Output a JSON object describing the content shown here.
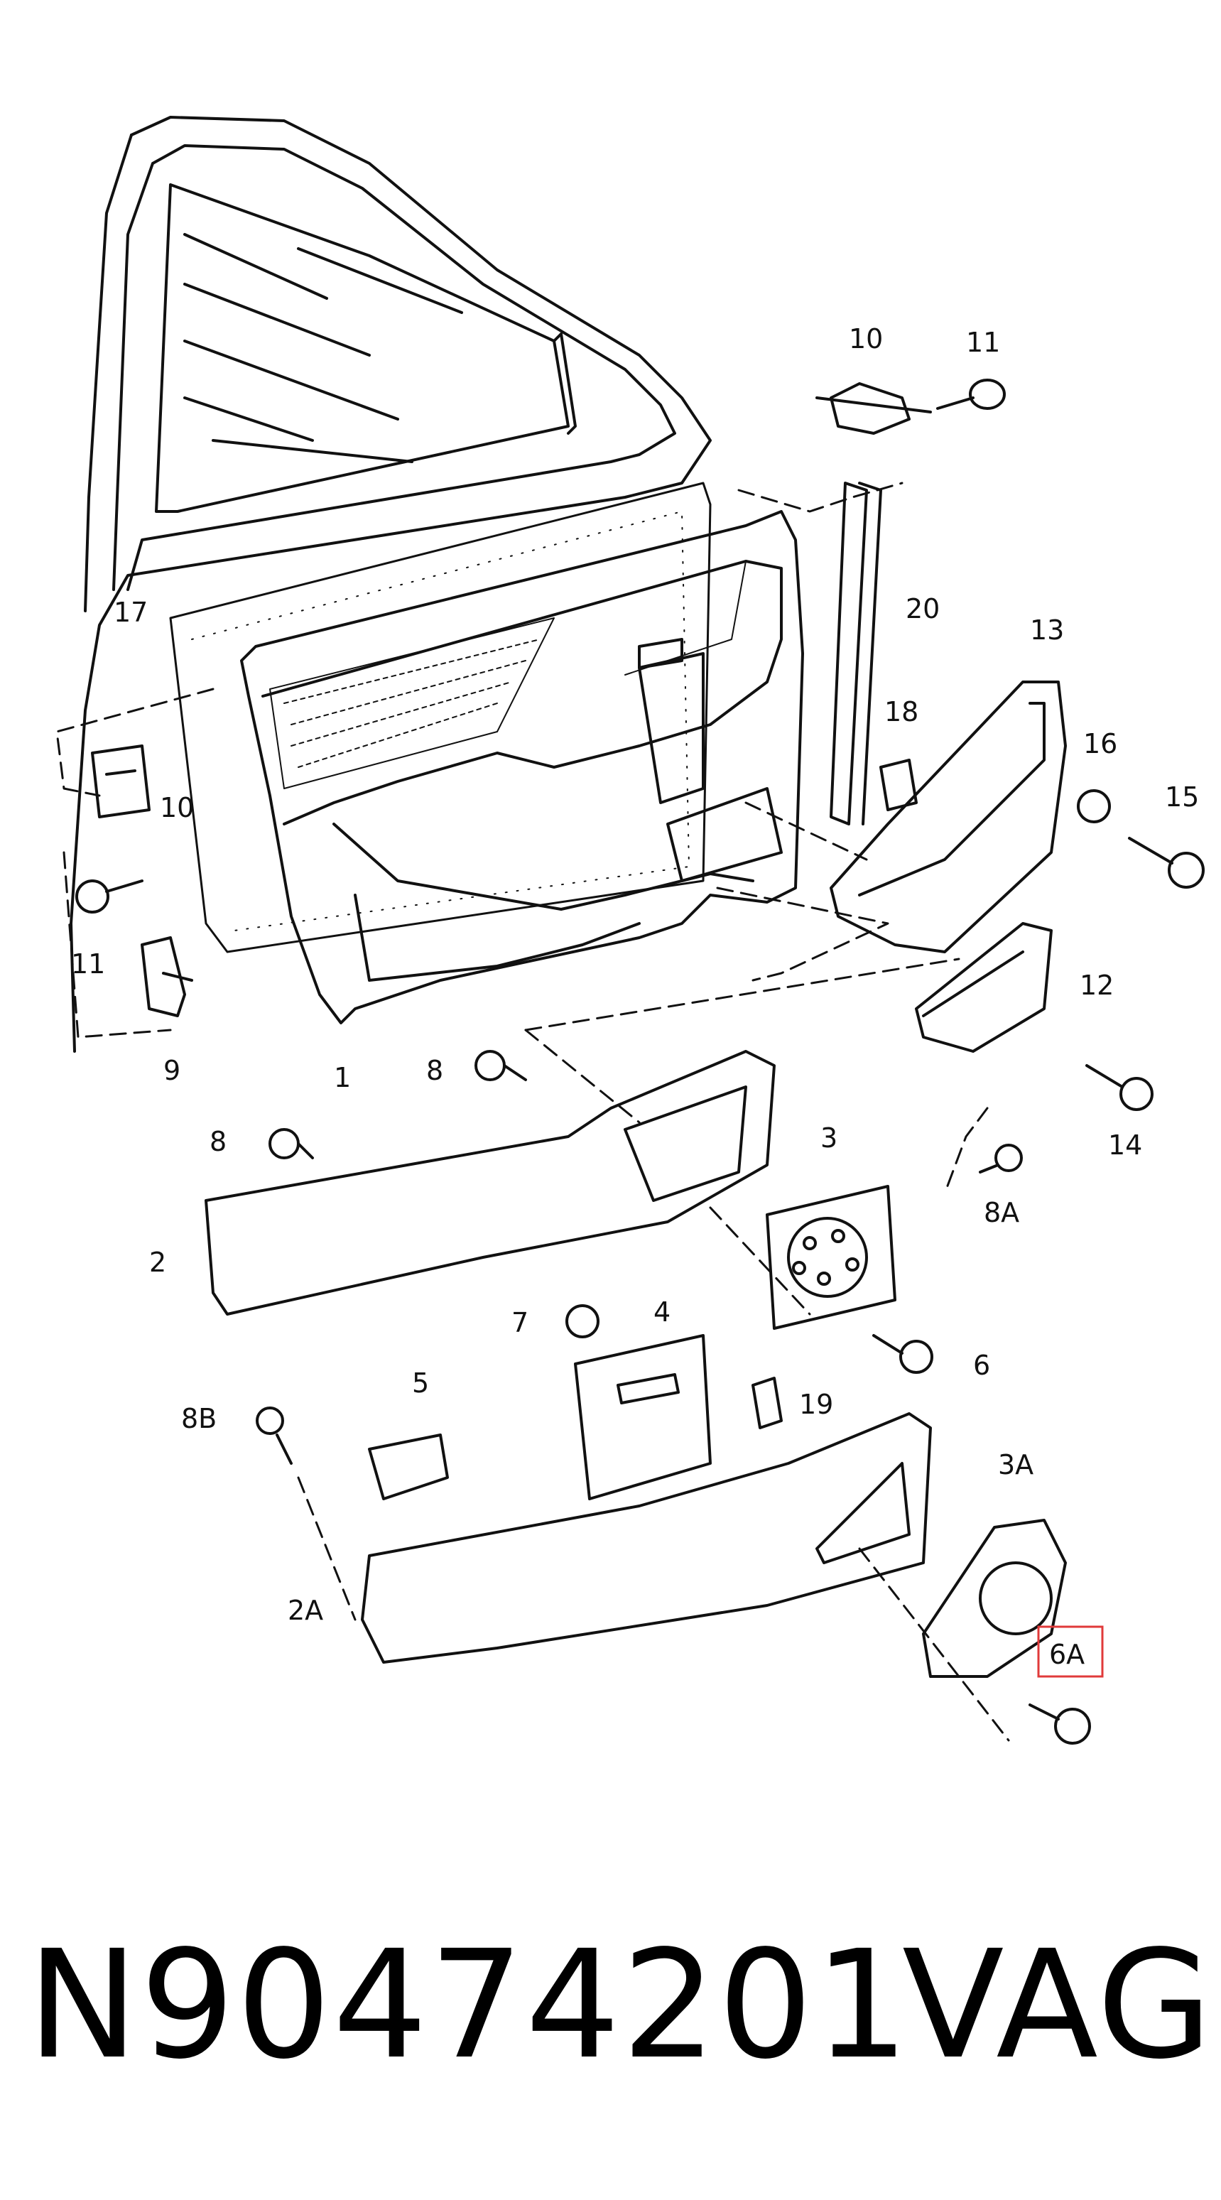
{
  "callouts": [
    {
      "label": "1"
    },
    {
      "label": "2"
    },
    {
      "label": "2A"
    },
    {
      "label": "3"
    },
    {
      "label": "3A"
    },
    {
      "label": "4"
    },
    {
      "label": "5"
    },
    {
      "label": "6"
    },
    {
      "label": "6A"
    },
    {
      "label": "7"
    },
    {
      "label": "8"
    },
    {
      "label": "8"
    },
    {
      "label": "8A"
    },
    {
      "label": "8B"
    },
    {
      "label": "9"
    },
    {
      "label": "10"
    },
    {
      "label": "10"
    },
    {
      "label": "11"
    },
    {
      "label": "11"
    },
    {
      "label": "12"
    },
    {
      "label": "13"
    },
    {
      "label": "14"
    },
    {
      "label": "15"
    },
    {
      "label": "16"
    },
    {
      "label": "17"
    },
    {
      "label": "18"
    },
    {
      "label": "19"
    },
    {
      "label": "20"
    }
  ],
  "highlight": {
    "label": "6A",
    "color": "#e03a3a"
  },
  "footer": {
    "part_number": "N90474201",
    "brand": "VAG"
  }
}
